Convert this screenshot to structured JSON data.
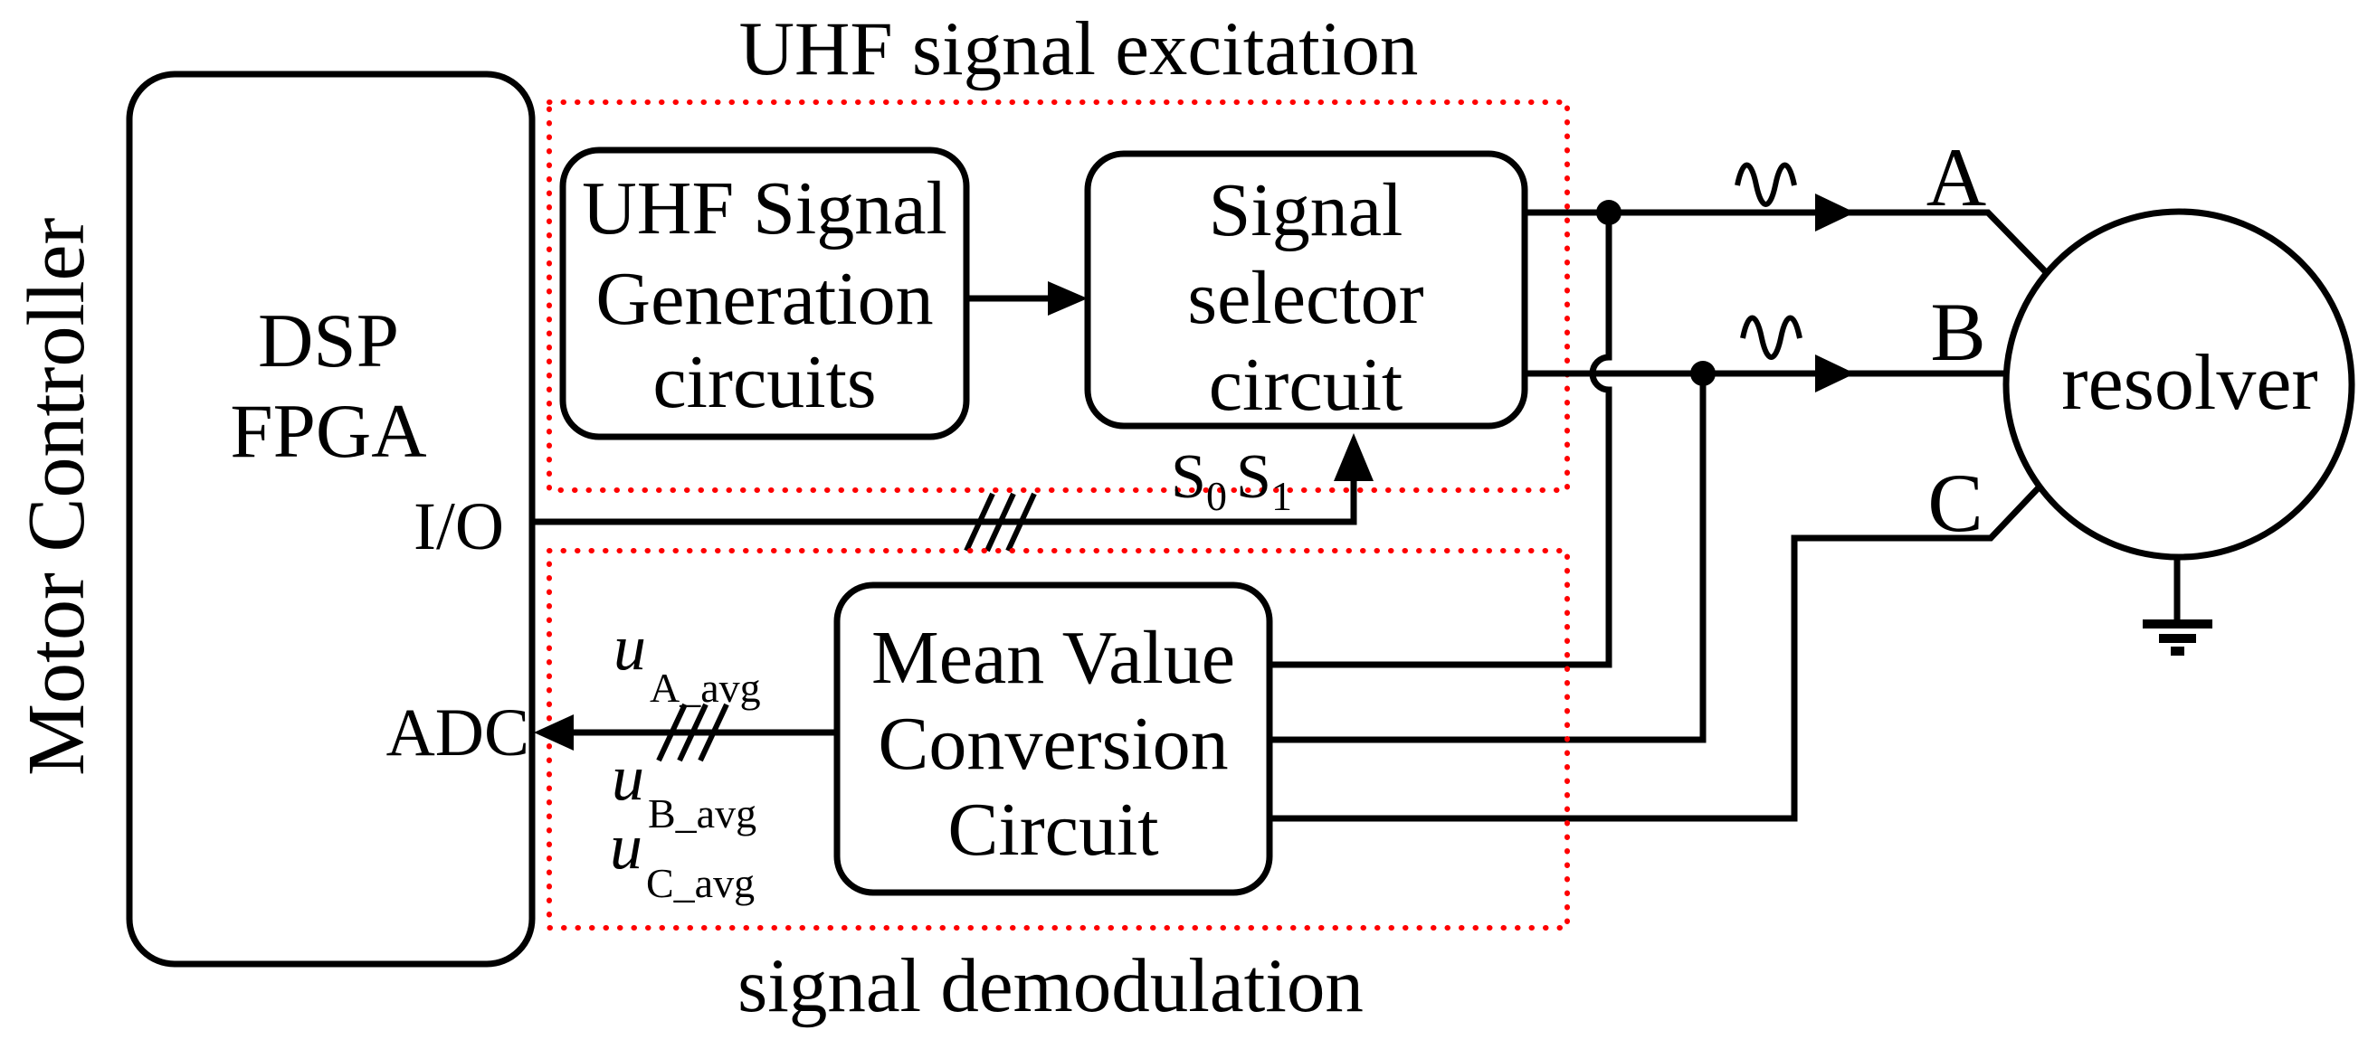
{
  "colors": {
    "red": "#FF0000",
    "black": "#000000"
  },
  "motor_controller_label": "Motor Controller",
  "dsp": {
    "line1": "DSP",
    "line2": "FPGA",
    "io": "I/O",
    "adc": "ADC"
  },
  "uhf": {
    "title": "UHF signal excitation",
    "gen": [
      "UHF Signal",
      "Generation",
      "circuits"
    ],
    "selector": [
      "Signal",
      "selector",
      "circuit"
    ],
    "s0_base": "S",
    "s0_sub": "0",
    "s1_base": "S",
    "s1_sub": "1"
  },
  "demod": {
    "title": "signal demodulation",
    "mvc": [
      "Mean Value",
      "Conversion",
      "Circuit"
    ],
    "u_a_base": "u",
    "u_a_sub": "A_avg",
    "u_b_base": "u",
    "u_b_sub": "B_avg",
    "u_c_base": "u",
    "u_c_sub": "C_avg"
  },
  "resolver": {
    "label": "resolver",
    "term_a": "A",
    "term_b": "B",
    "term_c": "C"
  }
}
